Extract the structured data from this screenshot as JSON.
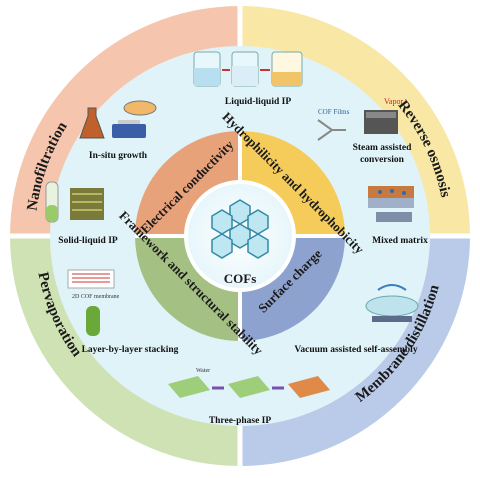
{
  "outer_ring": {
    "top_left": "Nanofiltration",
    "top_right": "Reverse osmosis",
    "bottom_left": "Pervaporation",
    "bottom_right": "Membrane distillation"
  },
  "inner_ring": {
    "top_left": "Electrical conductivity",
    "top_right": "Hydrophilicity and hydrophobicity",
    "bottom_left": "Framework and structural stability",
    "bottom_right": "Surface charge"
  },
  "center": "COFs",
  "methods": {
    "liquid_liquid": "Liquid-liquid IP",
    "in_situ": "In-situ growth",
    "steam": "Steam assisted conversion",
    "solid_liquid": "Solid-liquid IP",
    "mixed_matrix": "Mixed matrix",
    "layer_by_layer": "Layer-by-layer stacking",
    "vacuum": "Vacuum assisted self-assembly",
    "three_phase": "Three-phase IP"
  },
  "image_text": {
    "cof_films": "COF Films",
    "vapor": "Vapor",
    "membrane_2d": "2D COF membrane",
    "water": "Water"
  },
  "colors": {
    "nanofiltration": "#f5c6ad",
    "reverse_osmosis": "#f9e7a6",
    "pervaporation": "#cfe2b4",
    "membrane_distillation": "#b9cbe8",
    "methods_ring": "#dff3f8",
    "electrical": "#e8a27a",
    "hydro": "#f5cc5a",
    "framework": "#a4c082",
    "surface": "#8ea2cf"
  }
}
